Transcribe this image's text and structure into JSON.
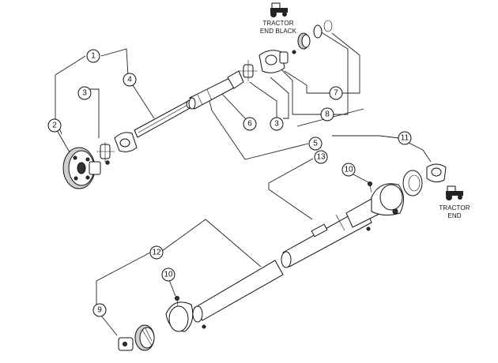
{
  "labels": {
    "tractor_end_black": [
      "TRACTOR",
      "END BLACK"
    ],
    "tractor_end": [
      "TRACTOR",
      "END"
    ]
  },
  "callouts": [
    "1",
    "2",
    "3",
    "4",
    "3",
    "5",
    "6",
    "7",
    "8",
    "10",
    "11",
    "13",
    "10",
    "12",
    "9"
  ],
  "icons": [
    "tractor-icon",
    "tractor-icon"
  ],
  "colors": {
    "ink": "#111111",
    "paper": "#ffffff"
  }
}
